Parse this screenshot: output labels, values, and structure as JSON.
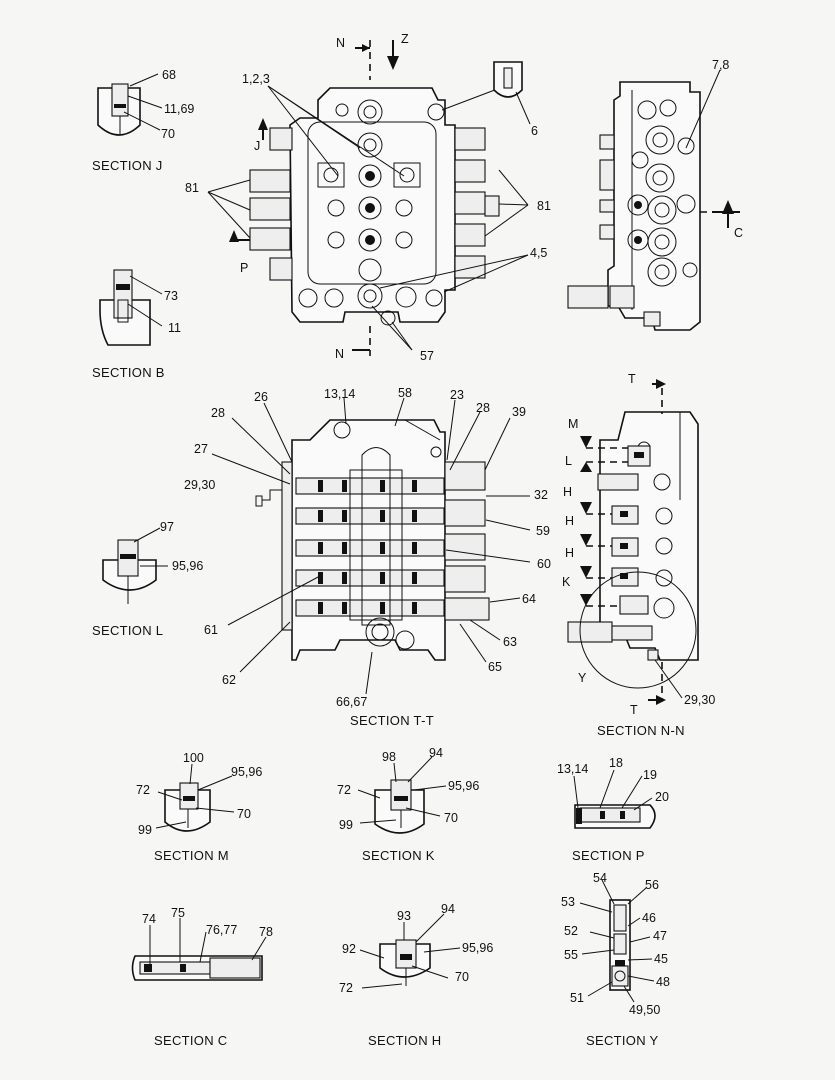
{
  "labels": {
    "n_top": "N",
    "z": "Z",
    "l123": "1,2,3",
    "j_arrow": "J",
    "p_arrow": "P",
    "n_bot": "N",
    "l81_left": "81",
    "l81_right": "81",
    "l45": "4,5",
    "l57": "57",
    "l6": "6",
    "l78_top": "7,8",
    "c_arrow": "C",
    "l68": "68",
    "l1169": "11,69",
    "l70_j": "70",
    "l73": "73",
    "l11_b": "11",
    "l1314_tt": "13,14",
    "l58": "58",
    "l23": "23",
    "l28_r": "28",
    "l39": "39",
    "l28_l": "28",
    "l26": "26",
    "l27": "27",
    "l2930_tt": "29,30",
    "l32": "32",
    "l59": "59",
    "l60": "60",
    "l64": "64",
    "l63": "63",
    "l65": "65",
    "l61": "61",
    "l62": "62",
    "l6667": "66,67",
    "l97": "97",
    "l9596_l": "95,96",
    "t_top": "T",
    "m_mark": "M",
    "l_mark": "L",
    "h1": "H",
    "h2": "H",
    "h3": "H",
    "k_mark": "K",
    "y_mark": "Y",
    "t_bot": "T",
    "l2930_nn": "29,30",
    "l100": "100",
    "l9596_m": "95,96",
    "l72_m": "72",
    "l70_m": "70",
    "l99_m": "99",
    "l98": "98",
    "l94_k": "94",
    "l72_k": "72",
    "l9596_k": "95,96",
    "l99_k": "99",
    "l70_k": "70",
    "l1314_p": "13,14",
    "l18": "18",
    "l19": "19",
    "l20": "20",
    "l74": "74",
    "l75": "75",
    "l7677": "76,77",
    "l78": "78",
    "l93": "93",
    "l94_h": "94",
    "l92": "92",
    "l9596_h": "95,96",
    "l70_h": "70",
    "l72_h": "72",
    "l54": "54",
    "l56": "56",
    "l53": "53",
    "l46": "46",
    "l52": "52",
    "l47": "47",
    "l55": "55",
    "l45_y": "45",
    "l48": "48",
    "l51": "51",
    "l4950": "49,50"
  },
  "captions": {
    "section_j": "SECTION  J",
    "section_b": "SECTION  B",
    "section_l": "SECTION  L",
    "section_tt": "SECTION  T-T",
    "section_nn": "SECTION  N-N",
    "section_m": "SECTION  M",
    "section_k": "SECTION  K",
    "section_p": "SECTION  P",
    "section_c": "SECTION  C",
    "section_h": "SECTION  H",
    "section_y": "SECTION  Y"
  }
}
